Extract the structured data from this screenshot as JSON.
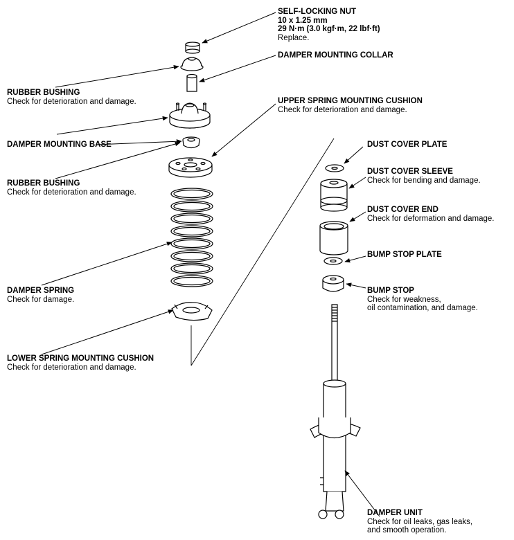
{
  "labels": {
    "self_locking_nut": {
      "title": "SELF-LOCKING NUT",
      "lines": [
        "10 x 1.25 mm",
        "29 N·m (3.0 kgf·m, 22 lbf·ft)",
        "Replace."
      ]
    },
    "damper_mounting_collar": {
      "title": "DAMPER MOUNTING COLLAR"
    },
    "rubber_bushing_upper": {
      "title": "RUBBER BUSHING",
      "desc": "Check for deterioration and damage."
    },
    "upper_spring_mounting_cushion": {
      "title": "UPPER SPRING MOUNTING CUSHION",
      "desc": "Check for deterioration and damage."
    },
    "damper_mounting_base": {
      "title": "DAMPER MOUNTING BASE"
    },
    "dust_cover_plate": {
      "title": "DUST COVER PLATE"
    },
    "rubber_bushing_lower": {
      "title": "RUBBER BUSHING",
      "desc": "Check for deterioration and damage."
    },
    "dust_cover_sleeve": {
      "title": "DUST COVER SLEEVE",
      "desc": "Check for bending and damage."
    },
    "dust_cover_end": {
      "title": "DUST COVER END",
      "desc": "Check for deformation and damage."
    },
    "bump_stop_plate": {
      "title": "BUMP STOP PLATE"
    },
    "damper_spring": {
      "title": "DAMPER SPRING",
      "desc": "Check for damage."
    },
    "bump_stop": {
      "title": "BUMP STOP",
      "lines": [
        "Check for weakness,",
        "oil contamination, and damage."
      ]
    },
    "lower_spring_mounting_cushion": {
      "title": "LOWER SPRING MOUNTING CUSHION",
      "desc": "Check for deterioration and damage."
    },
    "damper_unit": {
      "title": "DAMPER UNIT",
      "lines": [
        "Check for oil leaks, gas leaks,",
        "and smooth operation."
      ]
    }
  }
}
